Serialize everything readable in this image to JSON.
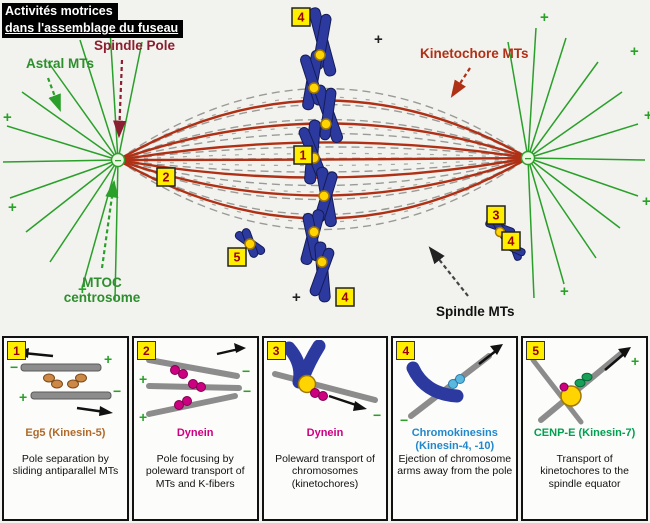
{
  "title": {
    "line1": "Activités motrices",
    "line2": "dans l'assemblage du fuseau"
  },
  "diagram": {
    "labels": {
      "astral": "Astral MTs",
      "spindle_pole": "Spindle Pole",
      "kinetochore": "Kinetochore MTs",
      "mtoc1": "MTOC",
      "mtoc2": "centrosome",
      "spindle_mts": "Spindle MTs"
    },
    "badges": [
      "4",
      "1",
      "2",
      "5",
      "3",
      "4",
      "4"
    ],
    "signs": {
      "plus": "+",
      "minus": "−"
    }
  },
  "panels": [
    {
      "num": "1",
      "protein": "Eg5 (Kinesin-5)",
      "protein_color": "#b06a2a",
      "desc": "Pole separation by sliding antiparallel MTs"
    },
    {
      "num": "2",
      "protein": "Dynein",
      "protein_color": "#cc0080",
      "desc": "Pole focusing by poleward transport of MTs and K-fibers"
    },
    {
      "num": "3",
      "protein": "Dynein",
      "protein_color": "#cc0080",
      "desc": "Poleward transport of chromosomes (kinetochores)"
    },
    {
      "num": "4",
      "protein": "Chromokinesins (Kinesin-4, -10)",
      "protein_color": "#2288cc",
      "desc": "Ejection of chromosome arms away from the pole"
    },
    {
      "num": "5",
      "protein": "CENP-E (Kinesin-7)",
      "protein_color": "#00a050",
      "desc": "Transport of kinetochores to the spindle equator"
    }
  ],
  "colors": {
    "astral_green": "#2aa02a",
    "kinetochore_red": "#b03015",
    "spindle_gray": "#9a9a96",
    "chromosome_blue": "#2c3aa0",
    "kinetochore_yellow": "#ffd400",
    "badge_yellow": "#ffee00",
    "badge_text": "#990000",
    "pole_label_red": "#8b1f2f"
  }
}
